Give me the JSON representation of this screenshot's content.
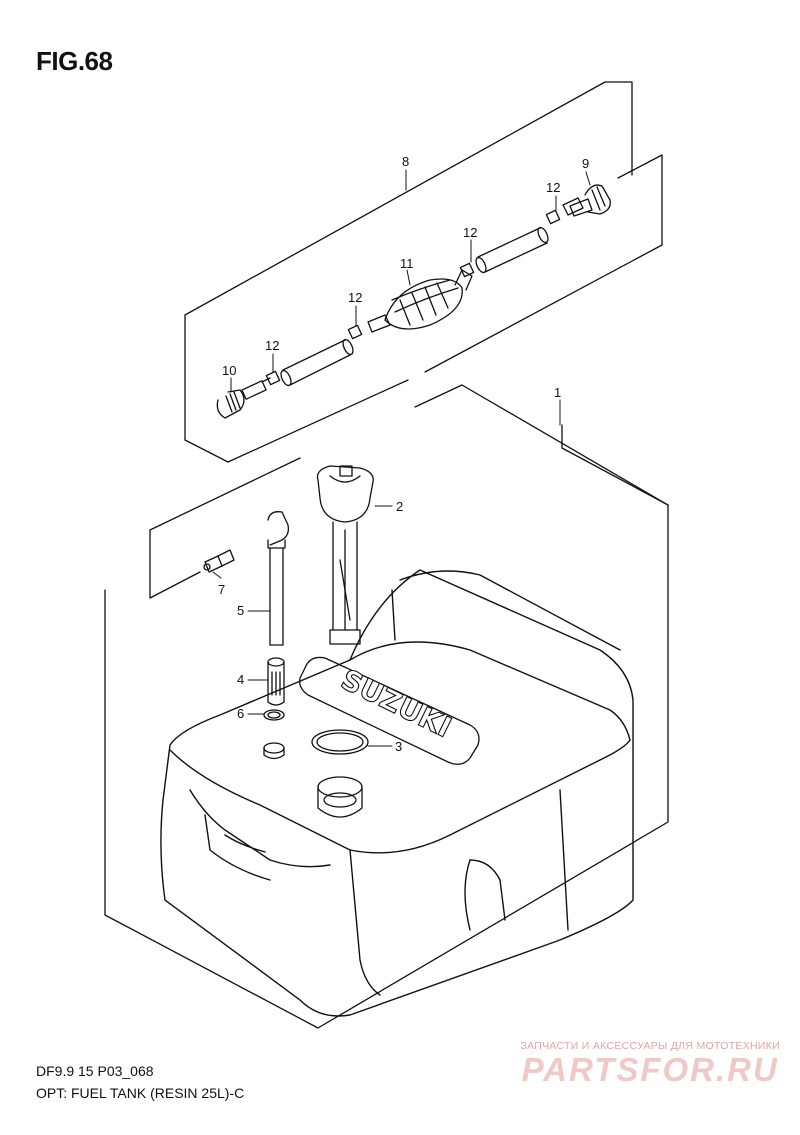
{
  "figure": {
    "title": "FIG.68",
    "caption_line1": "DF9.9 15 P03_068",
    "caption_line2": "OPT: FUEL TANK (RESIN 25L)-C"
  },
  "callouts": [
    {
      "id": "c1",
      "label": "1"
    },
    {
      "id": "c2",
      "label": "2"
    },
    {
      "id": "c3",
      "label": "3"
    },
    {
      "id": "c4",
      "label": "4"
    },
    {
      "id": "c5",
      "label": "5"
    },
    {
      "id": "c6",
      "label": "6"
    },
    {
      "id": "c7",
      "label": "7"
    },
    {
      "id": "c8",
      "label": "8"
    },
    {
      "id": "c9",
      "label": "9"
    },
    {
      "id": "c10",
      "label": "10"
    },
    {
      "id": "c11",
      "label": "11"
    },
    {
      "id": "c12a",
      "label": "12"
    },
    {
      "id": "c12b",
      "label": "12"
    },
    {
      "id": "c12c",
      "label": "12"
    },
    {
      "id": "c12d",
      "label": "12"
    }
  ],
  "tank_emboss": "SUZUKI",
  "watermark": {
    "tagline": "ЗАПЧАСТИ И АКСЕССУАРЫ ДЛЯ МОТОТЕХНИКИ",
    "logo": "PARTSFOR.RU"
  },
  "colors": {
    "line": "#111111",
    "watermark_text": "#e4a3a3",
    "watermark_logo": "#f0c8c8"
  }
}
